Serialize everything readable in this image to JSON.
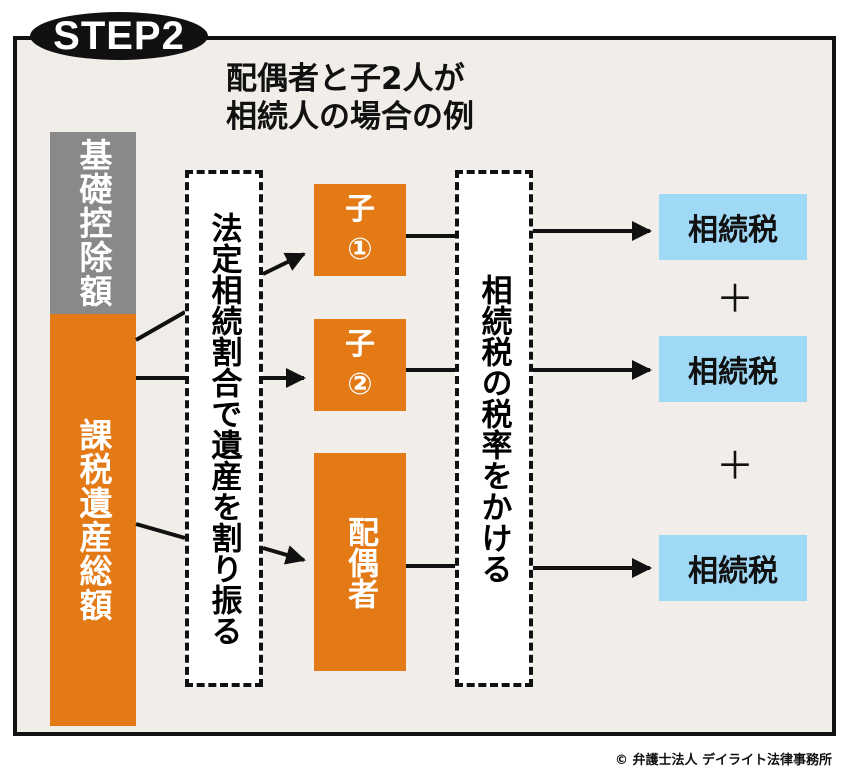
{
  "step_label": "STEP2",
  "subtitle_line1": "配偶者と子2人が",
  "subtitle_line2": "相続人の場合の例",
  "basic_deduction": "基礎控除額",
  "taxable_estate": "課税遺産総額",
  "allocation_box": "法定相続割合で遺産を割り振る",
  "tax_rate_box": "相続税の税率をかける",
  "heirs": {
    "child1_label": "子",
    "child1_num": "①",
    "child2_label": "子",
    "child2_num": "②",
    "spouse": "配偶者"
  },
  "results": [
    "相続税",
    "相続税",
    "相続税"
  ],
  "plus_sign": "＋",
  "copyright": "© 弁護士法人 デイライト法律事務所",
  "colors": {
    "orange": "#e37a16",
    "gray": "#898989",
    "light_blue": "#9fd9f6",
    "background": "#f1ede8",
    "border": "#111111"
  }
}
